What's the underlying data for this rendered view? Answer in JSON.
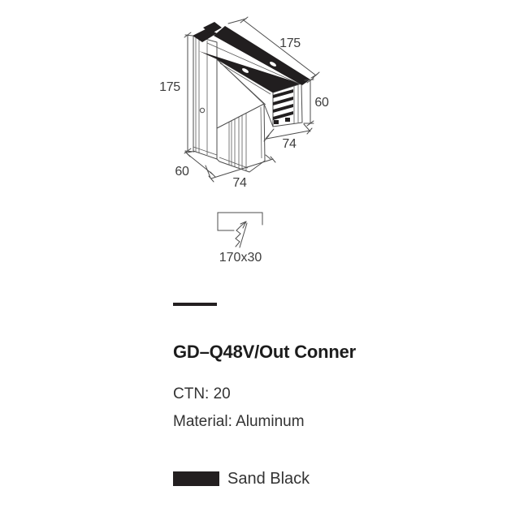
{
  "drawing": {
    "dims": {
      "top_length": "175",
      "left_length": "175",
      "right_height": "60",
      "right_width": "74",
      "left_depth": "60",
      "bottom_width": "74"
    },
    "cutout": {
      "label": "170x30"
    }
  },
  "product": {
    "model": "GD–Q48V/Out Conner",
    "ctn": "CTN: 20",
    "material": "Material: Aluminum"
  },
  "finish": {
    "label": "Sand Black",
    "hex": "#231f20"
  },
  "colors": {
    "line": "#4d4d4d",
    "ink": "#211e1f",
    "text": "#333333",
    "title": "#1c1c1c",
    "background": "#ffffff"
  }
}
